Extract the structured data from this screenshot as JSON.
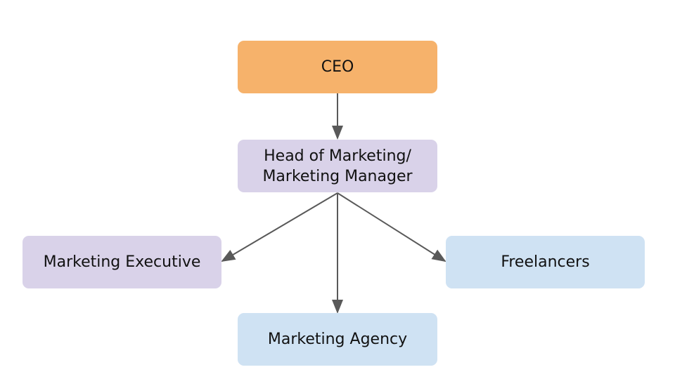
{
  "nodes": {
    "ceo": "CEO",
    "head1": "Head of Marketing/",
    "head2": "Marketing Manager",
    "exec": "Marketing Executive",
    "free": "Freelancers",
    "agency": "Marketing Agency"
  },
  "colors": {
    "ceo": "#f6b26b",
    "purple": "#d9d2e9",
    "blue": "#cfe2f3",
    "line": "#595959"
  }
}
